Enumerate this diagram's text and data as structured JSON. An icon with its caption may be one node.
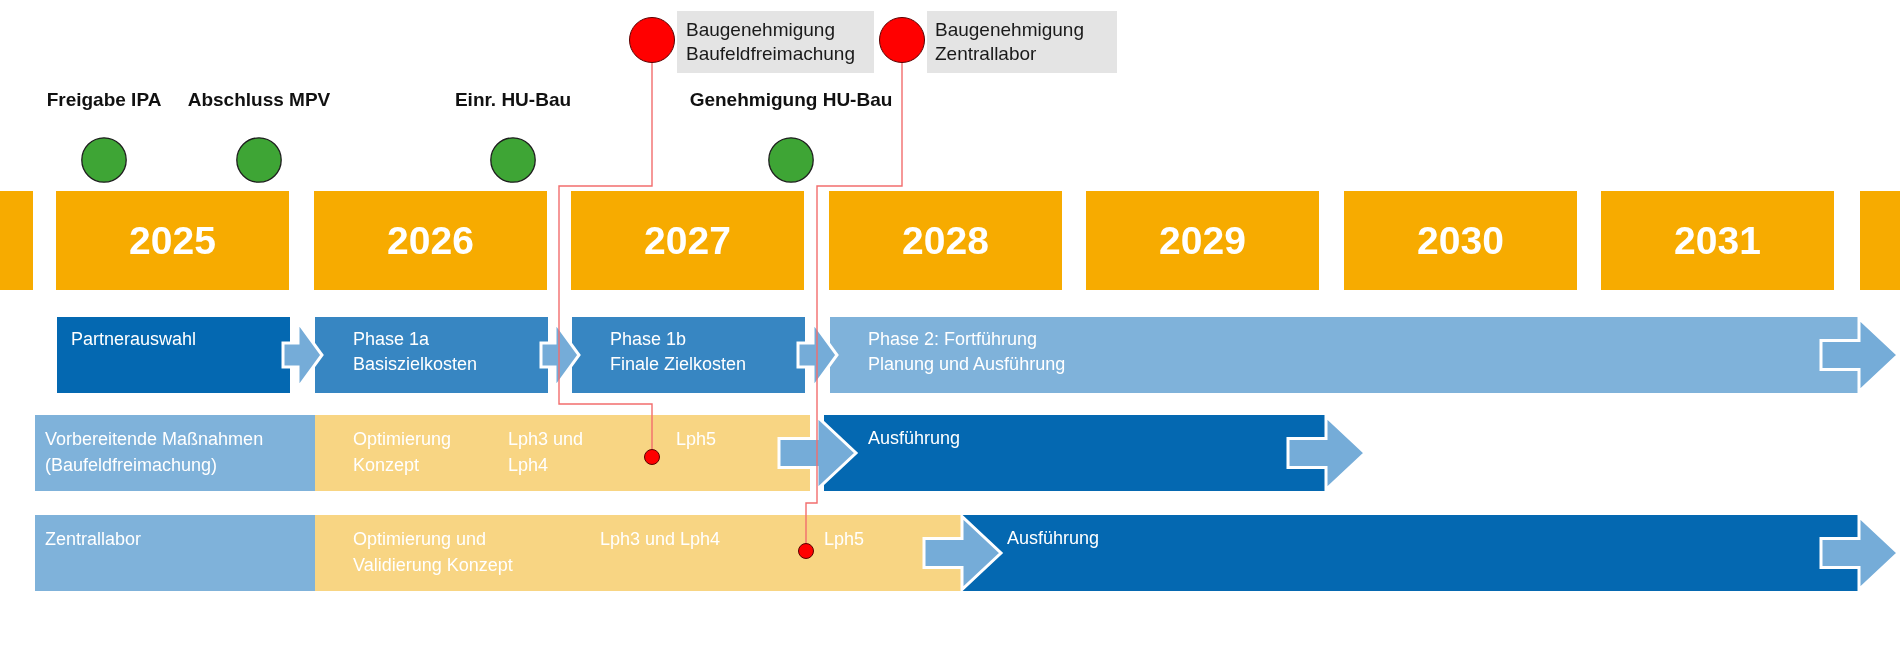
{
  "diagram": {
    "nodes": [
      {
        "text": [],
        "shape": "circle"
      },
      {
        "text": [
          "Baugenehmigung Baufeldfreimachung"
        ]
      },
      {
        "text": [],
        "shape": "circle"
      },
      {
        "text": [
          "Baugenehmigung Zentrallabor"
        ]
      },
      {
        "text": [
          "Freigabe IPA"
        ]
      },
      {
        "text": [
          "Abschluss MPV"
        ]
      },
      {
        "text": [
          "Einr. HU-Bau"
        ]
      },
      {
        "text": [
          "Genehmigung HU-Bau"
        ]
      },
      {
        "text": [],
        "shape": "box"
      },
      {
        "text": [
          "2025"
        ]
      },
      {
        "text": [
          "2026"
        ]
      },
      {
        "text": [
          "2027"
        ]
      },
      {
        "text": [
          "2028"
        ]
      },
      {
        "text": [
          "2029"
        ]
      },
      {
        "text": [
          "2030"
        ]
      },
      {
        "text": [
          "2031"
        ]
      },
      {
        "text": [],
        "shape": "box"
      },
      {
        "text": [
          "Partnerauswahl"
        ]
      },
      {
        "text": [
          "Phase 1a",
          "Basiszielkosten"
        ]
      },
      {
        "text": [
          "Phase 1b",
          "Finale Zielkosten"
        ]
      },
      {
        "text": [
          "Phase 2: Fortführung",
          "Planung und Ausführung"
        ]
      },
      {
        "text": [
          "Vorbereitende Maßnahmen (Baufeldfreimachung)"
        ]
      },
      {
        "text": [
          "Optimierung Konzept",
          "Lph3 und Lph4",
          "Lph5"
        ]
      },
      {
        "text": [],
        "shape": "circle",
        "in": 22
      },
      {
        "text": [
          "Ausführung"
        ]
      },
      {
        "text": [
          "Zentrallabor"
        ]
      },
      {
        "text": [
          "Optimierung und Validierung Konzept",
          "Lph3 und Lph4",
          "Lph5"
        ]
      },
      {
        "text": [],
        "shape": "circle",
        "in": 26
      },
      {
        "text": [
          "Ausführung"
        ]
      }
    ],
    "edges": [
      {
        "from": 17,
        "to": 18,
        "arrow": "to"
      },
      {
        "from": 18,
        "to": 19,
        "arrow": "to"
      },
      {
        "from": 19,
        "to": 20,
        "arrow": "to"
      },
      {
        "from": 20,
        "to": null,
        "arrow": "to"
      },
      {
        "from": 22,
        "to": 24,
        "arrow": "to"
      },
      {
        "from": 24,
        "to": null,
        "arrow": "to"
      },
      {
        "from": 26,
        "to": 28,
        "arrow": "to"
      },
      {
        "from": 28,
        "to": null,
        "arrow": "to"
      },
      {
        "from": 0,
        "to": 23,
        "arrow": "none",
        "color": "#f26d6d"
      },
      {
        "from": 2,
        "to": 27,
        "arrow": "none",
        "color": "#f26d6d"
      }
    ]
  }
}
